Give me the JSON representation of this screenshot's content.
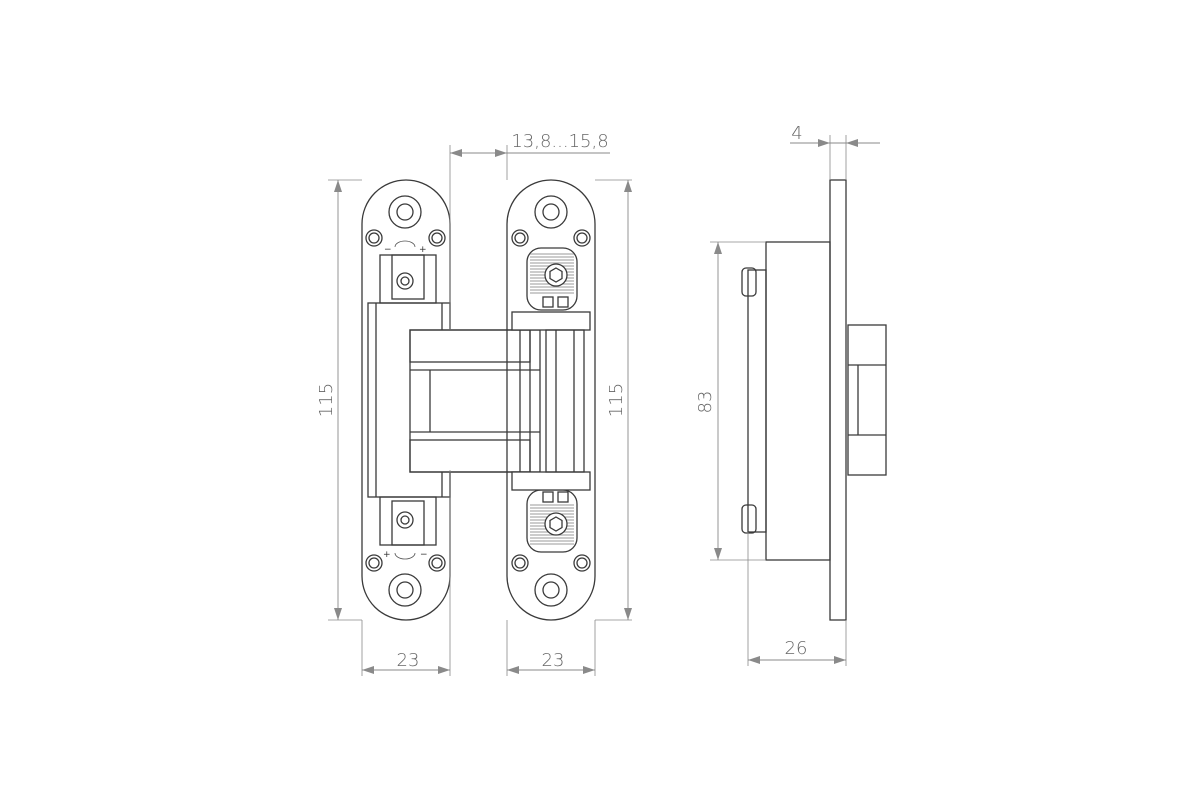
{
  "dimensions": {
    "hinge_height_left": "115",
    "hinge_height_right": "115",
    "leaf_width_left": "23",
    "leaf_width_right": "23",
    "leaf_gap": "13,8...15,8",
    "plate_thickness": "4",
    "side_body_height": "83",
    "side_depth": "26"
  },
  "symbols": {
    "minus": "−",
    "plus": "+"
  }
}
